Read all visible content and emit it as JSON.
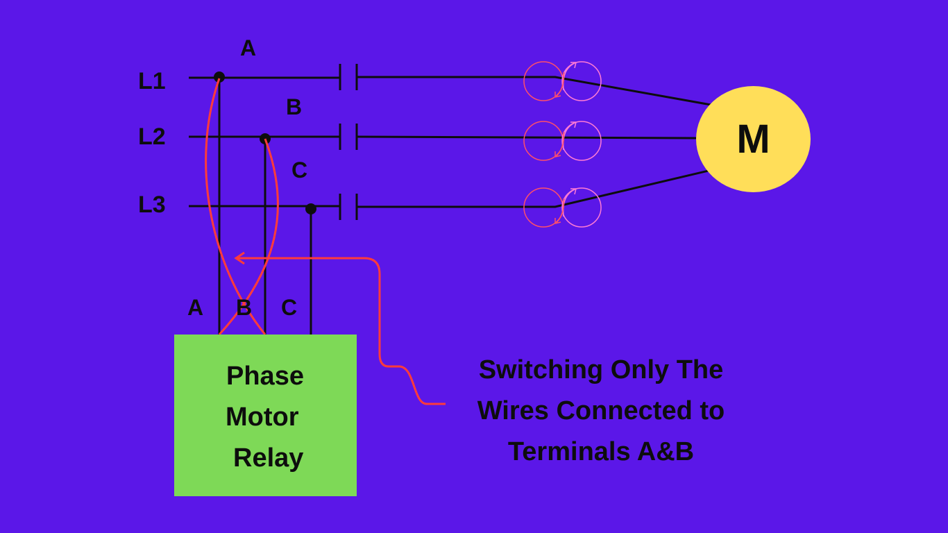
{
  "diagram": {
    "lines": [
      {
        "id": "l1",
        "label": "L1"
      },
      {
        "id": "l2",
        "label": "L2"
      },
      {
        "id": "l3",
        "label": "L3"
      }
    ],
    "phase_labels": [
      "A",
      "B",
      "C"
    ],
    "terminal_labels": [
      "A",
      "B",
      "C"
    ],
    "relay": {
      "lines": [
        "Phase",
        "Motor",
        "Relay"
      ]
    },
    "motor": {
      "label": "M"
    },
    "annotation": {
      "lines": [
        "Switching Only The",
        "Wires Connected to",
        "Terminals A&B"
      ]
    },
    "colors": {
      "background": "#5b17e8",
      "wire": "#0d0d0d",
      "swap_wire": "#ff3b3b",
      "relay_fill": "#7ed957",
      "motor_fill": "#ffde59",
      "rotation_arrow": "#ff7bd5"
    }
  }
}
